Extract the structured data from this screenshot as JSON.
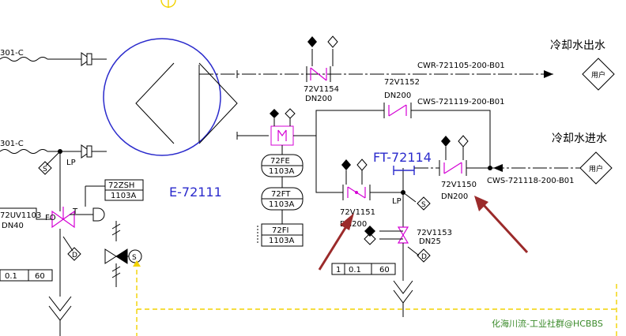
{
  "lines": {
    "cwr": "CWR-721105-200-B01",
    "cws_top": "CWS-721119-200-B01",
    "cws_bottom": "CWS-721118-200-B01",
    "left_top": "301-C",
    "left_mid": "301-C"
  },
  "labels": {
    "cooling_out": "冷却水出水",
    "cooling_in": "冷却水进水",
    "user": "用户",
    "exchanger": "E-72111",
    "flow": "FT-72114",
    "lp_left": "LP",
    "lp_mid": "LP",
    "fo": "FO",
    "t": "T",
    "s": "S",
    "d": "D",
    "watermark": "化海川流-工业社群@HCBBS"
  },
  "valves": {
    "v1154": "72V1154",
    "v1154_dn": "DN200",
    "v1152": "72V1152",
    "v1152_dn": "DN200",
    "v1151": "72V1151",
    "v1151_dn": "DN200",
    "v1150": "72V1150",
    "v1150_dn": "DN200",
    "v1153": "72V1153",
    "v1153_dn": "DN25",
    "uv1103": "72UV1103",
    "uv1103_dn": "DN40"
  },
  "instruments": {
    "fe_tag": "72FE",
    "fe_num": "1103A",
    "ft_tag": "72FT",
    "ft_num": "1103A",
    "fi_tag": "72FI",
    "fi_num": "1103A",
    "zsh_tag": "72ZSH",
    "zsh_num": "1103A"
  },
  "tables": {
    "left": [
      "0.1",
      "60"
    ],
    "mid": [
      "1",
      "0.1",
      "60"
    ]
  },
  "colors": {
    "exchanger": "#2a2acc",
    "valve": "#d400d4",
    "arrow": "#9b2a2a",
    "watermark": "#3a8a2a",
    "boundary": "#f2d200"
  }
}
